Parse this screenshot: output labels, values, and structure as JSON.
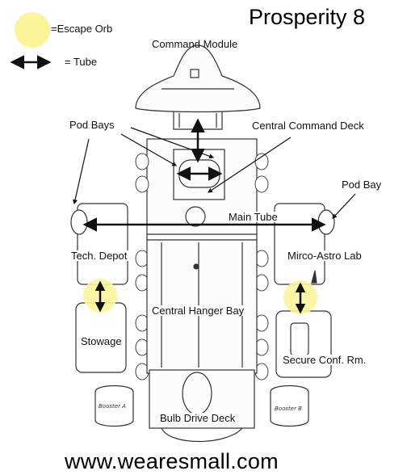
{
  "title": "Prosperity 8",
  "legend": {
    "escape_orb": "=Escape Orb",
    "tube": "= Tube"
  },
  "labels": {
    "command_module": "Command Module",
    "pod_bays": "Pod Bays",
    "central_command_deck": "Central Command Deck",
    "pod_bay": "Pod Bay",
    "main_tube": "Main Tube",
    "tech_depot": "Tech. Depot",
    "micro_astro_lab": "Mirco-Astro Lab",
    "central_hanger_bay": "Central Hanger Bay",
    "stowage": "Stowage",
    "secure_conf_rm": "Secure Conf. Rm.",
    "bulb_drive_deck": "Bulb Drive Deck"
  },
  "pod_labels": {
    "left_pod": "Booster A",
    "right_pod": "Booster B"
  },
  "website": "www.wearesmall.com",
  "colors": {
    "escape_orb": "#fbf59a",
    "ink": "#222222",
    "arrow": "#111111"
  }
}
